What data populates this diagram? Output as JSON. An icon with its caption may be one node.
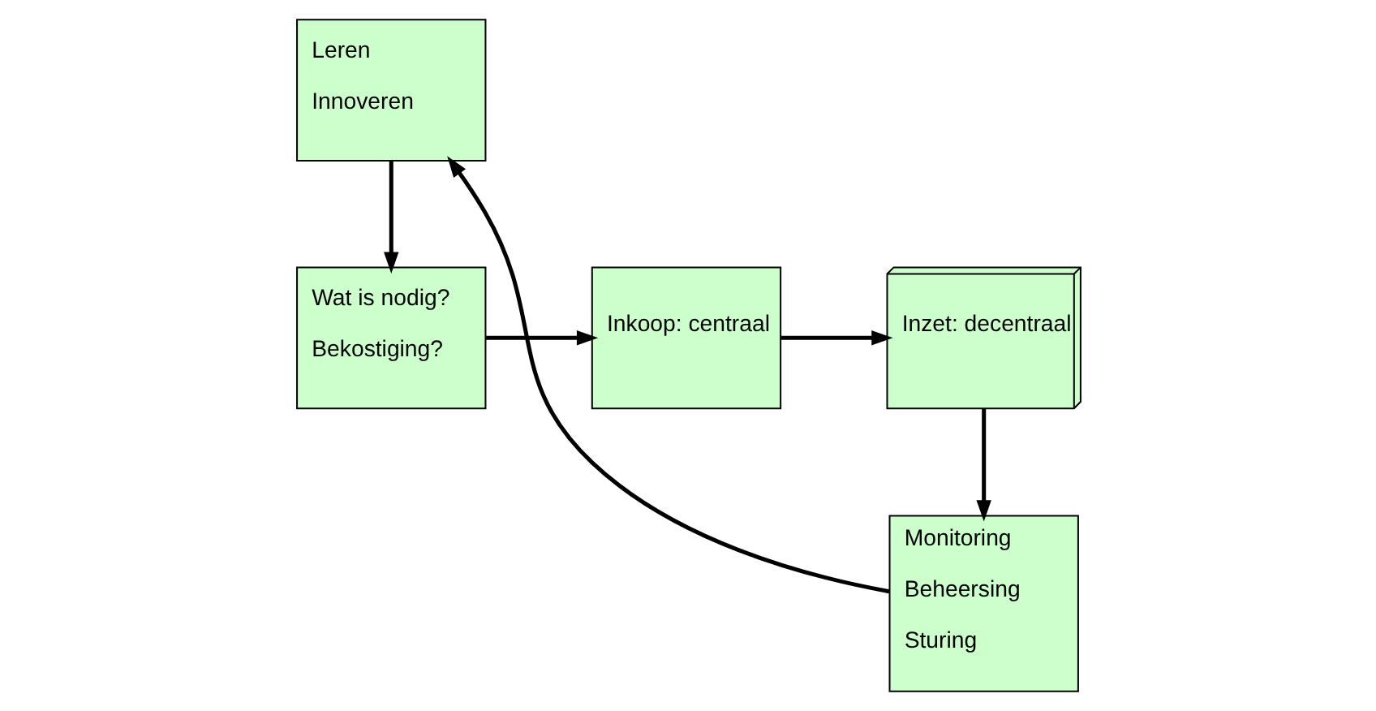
{
  "diagram": {
    "nodes": [
      {
        "text": [
          "Wat is nodig?",
          "Bekostiging?"
        ]
      },
      {
        "text": [
          "Inkoop: centraal"
        ]
      },
      {
        "text": [
          "Inzet: decentraal"
        ]
      },
      {
        "text": [
          "Monitoring",
          "Beheersing",
          "Sturing"
        ]
      },
      {
        "text": [
          "Leren",
          "Innoveren"
        ]
      }
    ],
    "edges": [
      {
        "from": 0,
        "to": 1,
        "arrow": "to"
      },
      {
        "from": 1,
        "to": 2,
        "arrow": "to"
      },
      {
        "from": 2,
        "to": 3,
        "arrow": "to"
      },
      {
        "from": 3,
        "to": 4,
        "arrow": "to"
      },
      {
        "from": 4,
        "to": 0,
        "arrow": "to"
      }
    ]
  }
}
